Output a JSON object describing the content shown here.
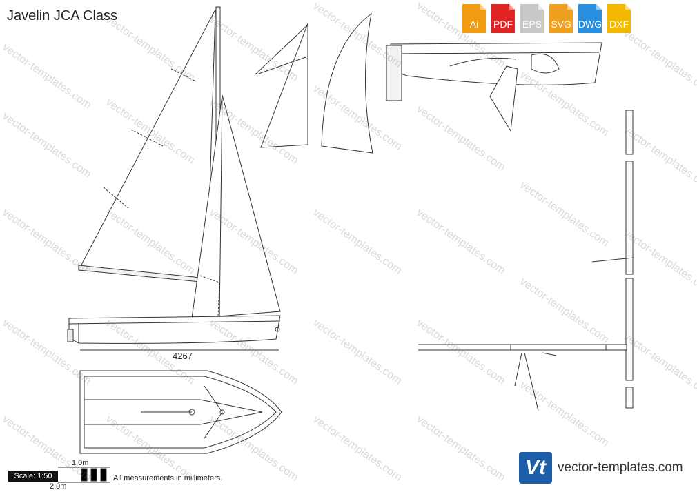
{
  "title": "Javelin JCA Class",
  "formats": [
    {
      "label": "Ai",
      "color": "#f39c12"
    },
    {
      "label": "PDF",
      "color": "#e02424"
    },
    {
      "label": "EPS",
      "color": "#c8c8c8"
    },
    {
      "label": "SVG",
      "color": "#f0a020"
    },
    {
      "label": "DWG",
      "color": "#2b8fe0"
    },
    {
      "label": "DXF",
      "color": "#f5b800"
    }
  ],
  "dimension": "4267",
  "scale": {
    "label": "Scale: 1:50",
    "one_m": "1.0m",
    "two_m": "2.0m"
  },
  "note": "All measurements in millimeters.",
  "brand": {
    "logo": "Vt",
    "text": "vector-templates.com"
  },
  "watermark": "vector-templates.com"
}
